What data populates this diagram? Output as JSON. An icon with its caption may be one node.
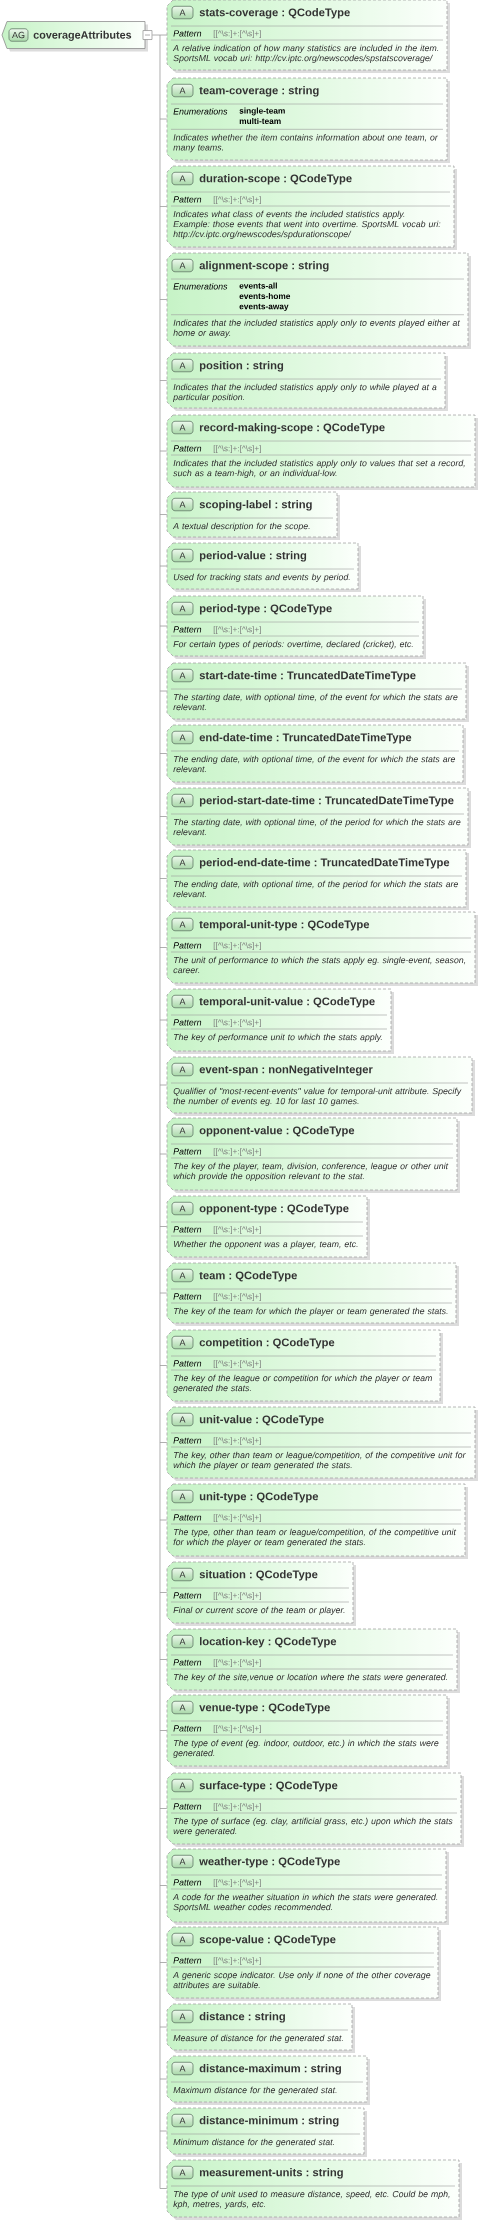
{
  "diagram": {
    "nodes": [
      {
        "text": [
          "AG",
          "coverageAttributes"
        ]
      },
      {
        "text": [
          "A",
          "stats-coverage : QCodeType",
          "Pattern",
          "[[^\\s:]+:[^\\s]+]",
          "A relative indication of how many statistics are included in the item. SportsML vocab uri: http://cv.iptc.org/newscodes/spstatscoverage/"
        ]
      },
      {
        "text": [
          "A",
          "team-coverage : string",
          "Enumerations",
          "single-team",
          "multi-team",
          "Indicates whether the item contains information about one team, or many teams."
        ]
      },
      {
        "text": [
          "A",
          "duration-scope : QCodeType",
          "Pattern",
          "[[^\\s:]+:[^\\s]+]",
          "Indicates what class of events the included statistics apply. Example: those events that went into overtime. SportsML vocab uri: http://cv.iptc.org/newscodes/spdurationscope/"
        ]
      },
      {
        "text": [
          "A",
          "alignment-scope : string",
          "Enumerations",
          "events-all",
          "events-home",
          "events-away",
          "Indicates that the included statistics apply only to events played either at home or away."
        ]
      },
      {
        "text": [
          "A",
          "position : string",
          "Indicates that the included statistics apply only to while played at a particular position."
        ]
      },
      {
        "text": [
          "A",
          "record-making-scope : QCodeType",
          "Pattern",
          "[[^\\s:]+:[^\\s]+]",
          "Indicates that the included statistics apply only to values that set a record, such as a team-high, or an individual-low."
        ]
      },
      {
        "text": [
          "A",
          "scoping-label : string",
          "A textual description for the scope."
        ]
      },
      {
        "text": [
          "A",
          "period-value : string",
          "Used for tracking stats and events by period."
        ]
      },
      {
        "text": [
          "A",
          "period-type : QCodeType",
          "Pattern",
          "[[^\\s:]+:[^\\s]+]",
          "For certain types of periods: overtime, declared (cricket), etc."
        ]
      },
      {
        "text": [
          "A",
          "start-date-time : TruncatedDateTimeType",
          "The starting date, with optional time, of the event for which the stats are relevant."
        ]
      },
      {
        "text": [
          "A",
          "end-date-time : TruncatedDateTimeType",
          "The ending date, with optional time, of the event for which the stats are relevant."
        ]
      },
      {
        "text": [
          "A",
          "period-start-date-time : TruncatedDateTimeType",
          "The starting date, with optional time, of the period for which the stats are relevant."
        ]
      },
      {
        "text": [
          "A",
          "period-end-date-time : TruncatedDateTimeType",
          "The ending date, with optional time, of the period for which the stats are relevant."
        ]
      },
      {
        "text": [
          "A",
          "temporal-unit-type : QCodeType",
          "Pattern",
          "[[^\\s:]+:[^\\s]+]",
          "The unit of performance to which the stats apply eg. single-event, season, career."
        ]
      },
      {
        "text": [
          "A",
          "temporal-unit-value : QCodeType",
          "Pattern",
          "[[^\\s:]+:[^\\s]+]",
          "The key of performance unit to which the stats apply."
        ]
      },
      {
        "text": [
          "A",
          "event-span : nonNegativeInteger",
          "Qualifier of \"most-recent-events\" value for temporal-unit attribute. Specify the number of events eg. 10 for last 10 games."
        ]
      },
      {
        "text": [
          "A",
          "opponent-value : QCodeType",
          "Pattern",
          "[[^\\s:]+:[^\\s]+]",
          "The key of the player, team, division, conference, league or other unit which provide the opposition relevant to the stat."
        ]
      },
      {
        "text": [
          "A",
          "opponent-type : QCodeType",
          "Pattern",
          "[[^\\s:]+:[^\\s]+]",
          "Whether the opponent was a player, team, etc."
        ]
      },
      {
        "text": [
          "A",
          "team : QCodeType",
          "Pattern",
          "[[^\\s:]+:[^\\s]+]",
          "The key of the team for which the player or team generated the stats."
        ]
      },
      {
        "text": [
          "A",
          "competition : QCodeType",
          "Pattern",
          "[[^\\s:]+:[^\\s]+]",
          "The key of the league or competition for which the player or team generated the stats."
        ]
      },
      {
        "text": [
          "A",
          "unit-value : QCodeType",
          "Pattern",
          "[[^\\s:]+:[^\\s]+]",
          "The key, other than team or league/competition, of the competitive unit for which the player or team generated the stats."
        ]
      },
      {
        "text": [
          "A",
          "unit-type : QCodeType",
          "Pattern",
          "[[^\\s:]+:[^\\s]+]",
          "The type, other than team or league/competition, of the competitive unit for which the player or team generated the stats."
        ]
      },
      {
        "text": [
          "A",
          "situation : QCodeType",
          "Pattern",
          "[[^\\s:]+:[^\\s]+]",
          "Final or current score of the team or player."
        ]
      },
      {
        "text": [
          "A",
          "location-key : QCodeType",
          "Pattern",
          "[[^\\s:]+:[^\\s]+]",
          "The key of the site,venue or location where the stats were generated."
        ]
      },
      {
        "text": [
          "A",
          "venue-type : QCodeType",
          "Pattern",
          "[[^\\s:]+:[^\\s]+]",
          "The type of event (eg. indoor, outdoor, etc.) in which the stats were generated."
        ]
      },
      {
        "text": [
          "A",
          "surface-type : QCodeType",
          "Pattern",
          "[[^\\s:]+:[^\\s]+]",
          "The type of surface (eg. clay, artificial grass, etc.) upon which the stats were generated."
        ]
      },
      {
        "text": [
          "A",
          "weather-type : QCodeType",
          "Pattern",
          "[[^\\s:]+:[^\\s]+]",
          "A code for the weather situation in which the stats were generated. SportsML weather codes recommended."
        ]
      },
      {
        "text": [
          "A",
          "scope-value : QCodeType",
          "Pattern",
          "[[^\\s:]+:[^\\s]+]",
          "A generic scope indicator. Use only if none of the other coverage attributes are suitable."
        ]
      },
      {
        "text": [
          "A",
          "distance : string",
          "Measure of distance for the generated stat."
        ]
      },
      {
        "text": [
          "A",
          "distance-maximum : string",
          "Maximum distance for the generated stat."
        ]
      },
      {
        "text": [
          "A",
          "distance-minimum : string",
          "Minimum distance for the generated stat."
        ]
      },
      {
        "text": [
          "A",
          "measurement-units : string",
          "The type of unit used to measure distance, speed, etc. Could be mph, kph, metres, yards, etc."
        ]
      }
    ],
    "edges": [
      {
        "from": 0,
        "to": 1,
        "arrow": "none"
      },
      {
        "from": 0,
        "to": 2,
        "arrow": "none"
      },
      {
        "from": 0,
        "to": 3,
        "arrow": "none"
      },
      {
        "from": 0,
        "to": 4,
        "arrow": "none"
      },
      {
        "from": 0,
        "to": 5,
        "arrow": "none"
      },
      {
        "from": 0,
        "to": 6,
        "arrow": "none"
      },
      {
        "from": 0,
        "to": 7,
        "arrow": "none"
      },
      {
        "from": 0,
        "to": 8,
        "arrow": "none"
      },
      {
        "from": 0,
        "to": 9,
        "arrow": "none"
      },
      {
        "from": 0,
        "to": 10,
        "arrow": "none"
      },
      {
        "from": 0,
        "to": 11,
        "arrow": "none"
      },
      {
        "from": 0,
        "to": 12,
        "arrow": "none"
      },
      {
        "from": 0,
        "to": 13,
        "arrow": "none"
      },
      {
        "from": 0,
        "to": 14,
        "arrow": "none"
      },
      {
        "from": 0,
        "to": 15,
        "arrow": "none"
      },
      {
        "from": 0,
        "to": 16,
        "arrow": "none"
      },
      {
        "from": 0,
        "to": 17,
        "arrow": "none"
      },
      {
        "from": 0,
        "to": 18,
        "arrow": "none"
      },
      {
        "from": 0,
        "to": 19,
        "arrow": "none"
      },
      {
        "from": 0,
        "to": 20,
        "arrow": "none"
      },
      {
        "from": 0,
        "to": 21,
        "arrow": "none"
      },
      {
        "from": 0,
        "to": 22,
        "arrow": "none"
      },
      {
        "from": 0,
        "to": 23,
        "arrow": "none"
      },
      {
        "from": 0,
        "to": 24,
        "arrow": "none"
      },
      {
        "from": 0,
        "to": 25,
        "arrow": "none"
      },
      {
        "from": 0,
        "to": 26,
        "arrow": "none"
      },
      {
        "from": 0,
        "to": 27,
        "arrow": "none"
      },
      {
        "from": 0,
        "to": 28,
        "arrow": "none"
      },
      {
        "from": 0,
        "to": 29,
        "arrow": "none"
      },
      {
        "from": 0,
        "to": 30,
        "arrow": "none"
      },
      {
        "from": 0,
        "to": 31,
        "arrow": "none"
      },
      {
        "from": 0,
        "to": 32,
        "arrow": "none"
      }
    ]
  }
}
